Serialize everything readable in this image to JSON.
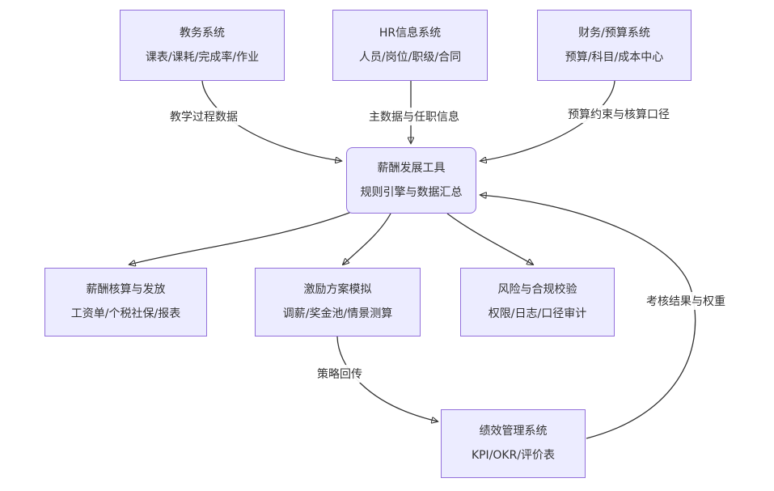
{
  "diagram": {
    "colors": {
      "node_fill": "#ECECFF",
      "node_border": "#9370DB",
      "edge": "#333333",
      "text": "#333333"
    },
    "nodes": {
      "academic": {
        "title": "教务系统",
        "subtitle": "课表/课耗/完成率/作业"
      },
      "hr": {
        "title": "HR信息系统",
        "subtitle": "人员/岗位/职级/合同"
      },
      "finance": {
        "title": "财务/预算系统",
        "subtitle": "预算/科目/成本中心"
      },
      "tool": {
        "title": "薪酬发展工具",
        "subtitle": "规则引擎与数据汇总"
      },
      "payroll": {
        "title": "薪酬核算与发放",
        "subtitle": "工资单/个税社保/报表"
      },
      "incentive": {
        "title": "激励方案模拟",
        "subtitle": "调薪/奖金池/情景测算"
      },
      "risk": {
        "title": "风险与合规校验",
        "subtitle": "权限/日志/口径审计"
      },
      "performance": {
        "title": "绩效管理系统",
        "subtitle": "KPI/OKR/评价表"
      }
    },
    "edge_labels": {
      "teaching": "教学过程数据",
      "master": "主数据与任职信息",
      "budget": "预算约束与核算口径",
      "strategy": "策略回传",
      "assessment": "考核结果与权重"
    }
  }
}
